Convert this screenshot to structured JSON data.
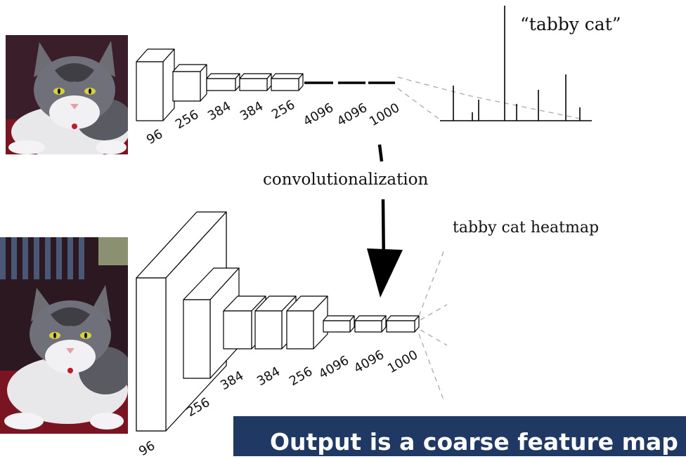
{
  "labels": {
    "tabby_cat": "“tabby cat”",
    "convolutionalization": "convolutionalization",
    "heatmap": "tabby cat heatmap"
  },
  "top_network": {
    "layer_sizes": [
      "96",
      "256",
      "384",
      "384",
      "256",
      "4096",
      "4096",
      "1000"
    ]
  },
  "bottom_network": {
    "layer_sizes": [
      "96",
      "256",
      "384",
      "384",
      "256",
      "4096",
      "4096",
      "1000"
    ]
  },
  "banner": {
    "text": "Output is a coarse feature map"
  },
  "colors": {
    "banner_bg": "#1f3864",
    "banner_text": "#ffffff",
    "lines": "#000000",
    "dashed": "#aaaaaa"
  }
}
